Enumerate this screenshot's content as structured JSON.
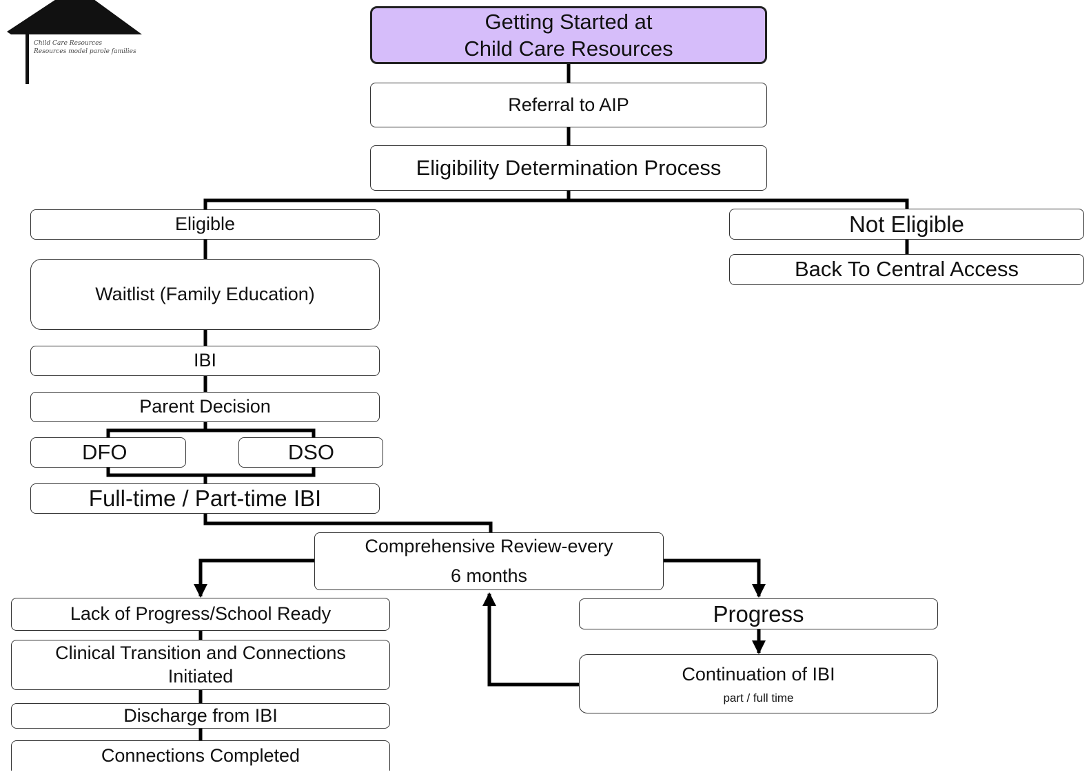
{
  "title": "Service Path for AIP at Child Care Resources",
  "logo": {
    "line1": "Child Care Resources",
    "line2": "Resources model parole families",
    "icon": "house-roof-icon"
  },
  "colors": {
    "start_fill": "#d6bdfa",
    "box_border": "#333333",
    "connector": "#000000"
  },
  "flow": {
    "start": {
      "line1": "Getting Started at",
      "line2": "Child Care Resources"
    },
    "referral": "Referral to AIP",
    "eligibility": "Eligibility Determination Process",
    "eligible": "Eligible",
    "not_eligible": "Not Eligible",
    "back_to_central": "Back To Central Access",
    "waitlist": "Waitlist (Family Education)",
    "ibi": "IBI",
    "parent_decision": "Parent Decision",
    "dfo": "DFO",
    "dso": "DSO",
    "fulltime_parttime": "Full-time / Part-time IBI",
    "review": {
      "line1": "Comprehensive Review-every",
      "line2": "6 months"
    },
    "lack_progress": "Lack of Progress/School Ready",
    "clinical_transition": {
      "line1": "Clinical Transition and Connections",
      "line2": "Initiated"
    },
    "discharge": "Discharge from IBI",
    "connections_completed": "Connections Completed",
    "progress": "Progress",
    "continuation": {
      "line1": "Continuation of IBI",
      "line2": "part / full time"
    }
  }
}
